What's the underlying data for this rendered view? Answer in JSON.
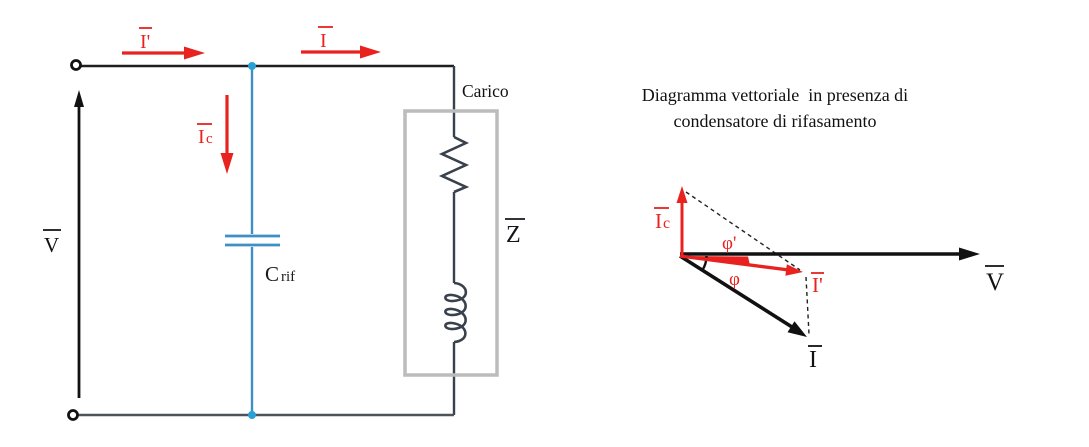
{
  "circuit": {
    "labels": {
      "v_source": "V",
      "i_prime": "I'",
      "i": "I",
      "ic_base": "I",
      "ic_sub": "c",
      "capacitor_base": "C",
      "capacitor_sub": "rif",
      "load_title": "Carico",
      "impedance": "Z"
    },
    "colors": {
      "current_red": "#e8221f",
      "capacitor_blue": "#3e8fc5",
      "node_blue": "#29a0d8",
      "wire_black": "#1f1f1f",
      "load_slate": "#39424c",
      "bottom_gray": "#4d5359",
      "box_gray": "#bcbcbc"
    }
  },
  "vector_diagram": {
    "title_line1": "Diagramma vettoriale  in presenza di",
    "title_line2": "condensatore di rifasamento",
    "labels": {
      "ic_base": "I",
      "ic_sub": "c",
      "phi_prime": "φ'",
      "phi": "φ",
      "i_prime": "I'",
      "v": "V",
      "i": "I"
    },
    "colors": {
      "vector_red": "#e8221f",
      "vector_black": "#111111",
      "construction_dash": "#222222"
    }
  }
}
